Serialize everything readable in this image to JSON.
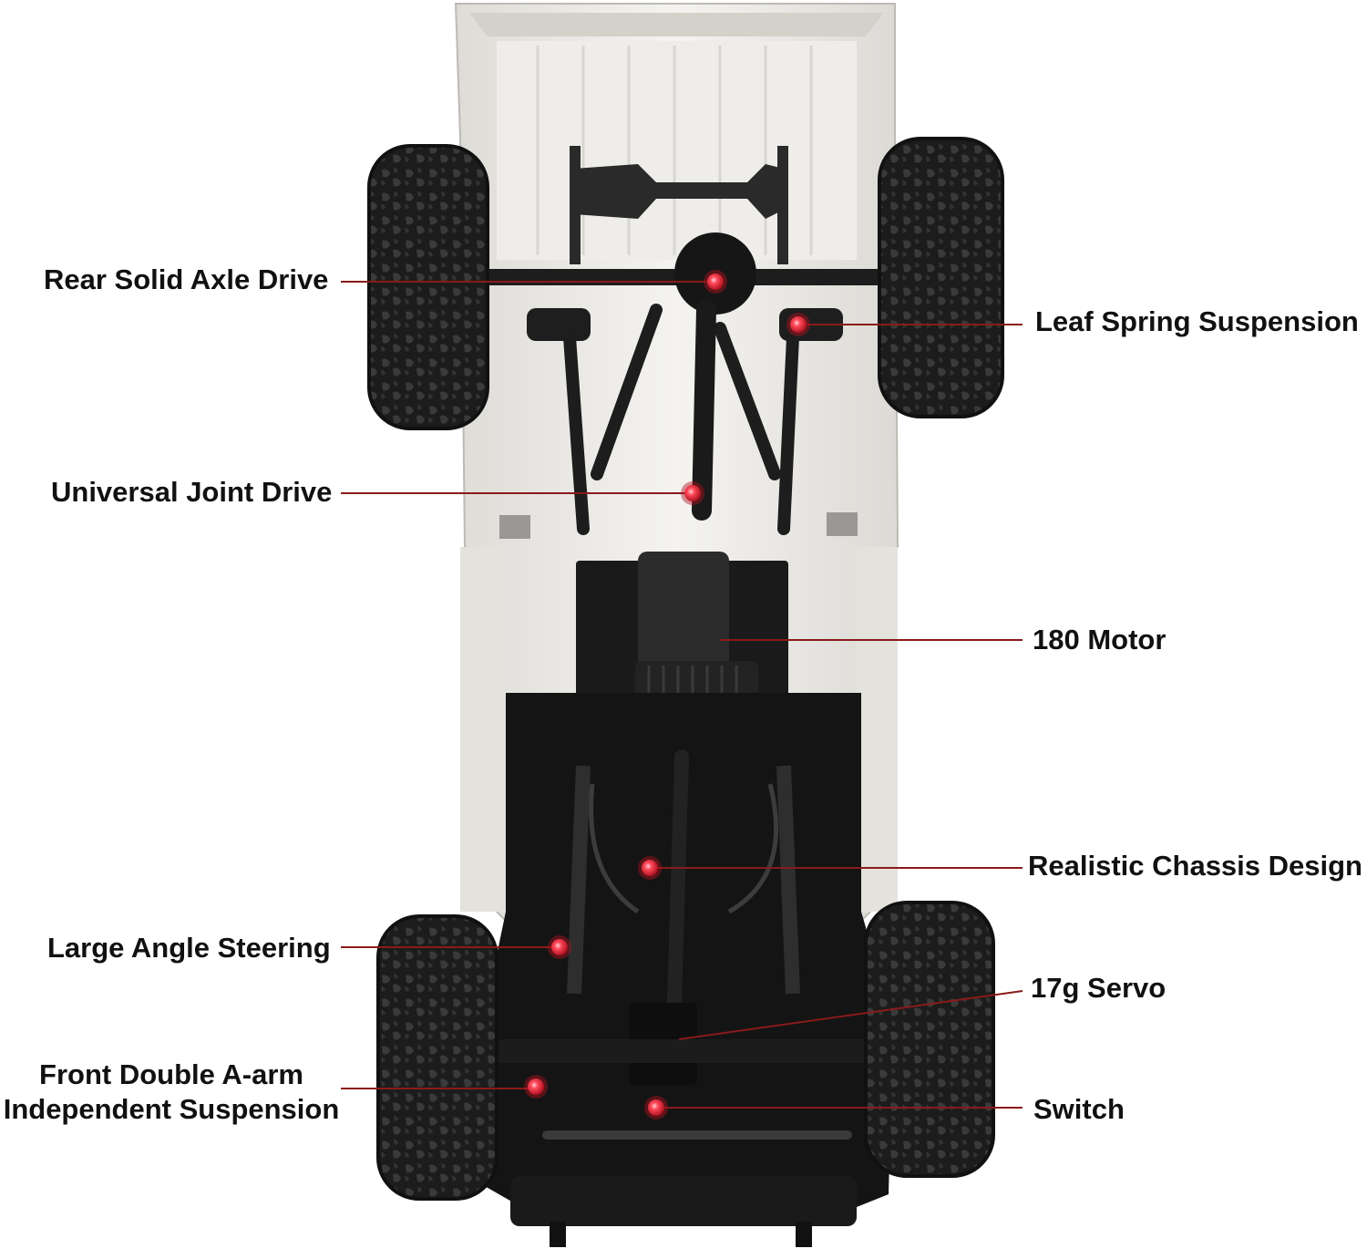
{
  "colors": {
    "leader_line": "#8b1a1a",
    "marker_outer": "#b01220",
    "marker_inner": "#ff4a5a",
    "marker_highlight": "#ffd0d6",
    "tire": "#1c1c1c",
    "tread": "#3a3a3a",
    "body": "#ecebe7",
    "body_shadow": "#cfcdc8",
    "chassis": "#141414",
    "frame": "#2a2a2a"
  },
  "callouts": {
    "rear_axle": {
      "label": "Rear Solid Axle Drive"
    },
    "leaf_spring": {
      "label": "Leaf Spring Suspension"
    },
    "universal_joint": {
      "label": "Universal Joint Drive"
    },
    "motor": {
      "label": "180 Motor"
    },
    "chassis": {
      "label": "Realistic Chassis Design"
    },
    "steering": {
      "label": "Large Angle Steering"
    },
    "servo": {
      "label": "17g Servo"
    },
    "front_suspension": {
      "line1": "Front Double A-arm",
      "line2": "Independent Suspension"
    },
    "switch": {
      "label": "Switch"
    }
  }
}
